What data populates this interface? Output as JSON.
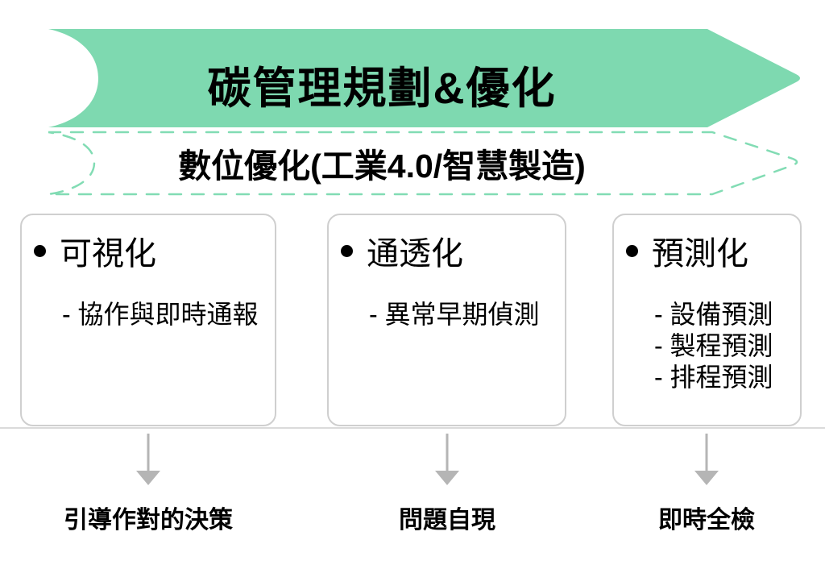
{
  "banner": {
    "title": "碳管理規劃&優化"
  },
  "sub_banner": {
    "title": "數位優化(工業4.0/智慧製造)"
  },
  "columns": [
    {
      "title": "可視化",
      "items": [
        "- 協作與即時通報"
      ],
      "outcome": "引導作對的決策"
    },
    {
      "title": "通透化",
      "items": [
        "- 異常早期偵測"
      ],
      "outcome": "問題自現"
    },
    {
      "title": "預測化",
      "items": [
        "- 設備預測",
        "- 製程預測",
        "- 排程預測"
      ],
      "outcome": "即時全檢"
    }
  ],
  "colors": {
    "banner_green": "#7ED9B0",
    "dashed_green": "#82DCB4",
    "box_border": "#CFCFCF",
    "arrow_gray": "#B5B5B5",
    "divider_gray": "#DADADA",
    "text_black": "#000000"
  }
}
